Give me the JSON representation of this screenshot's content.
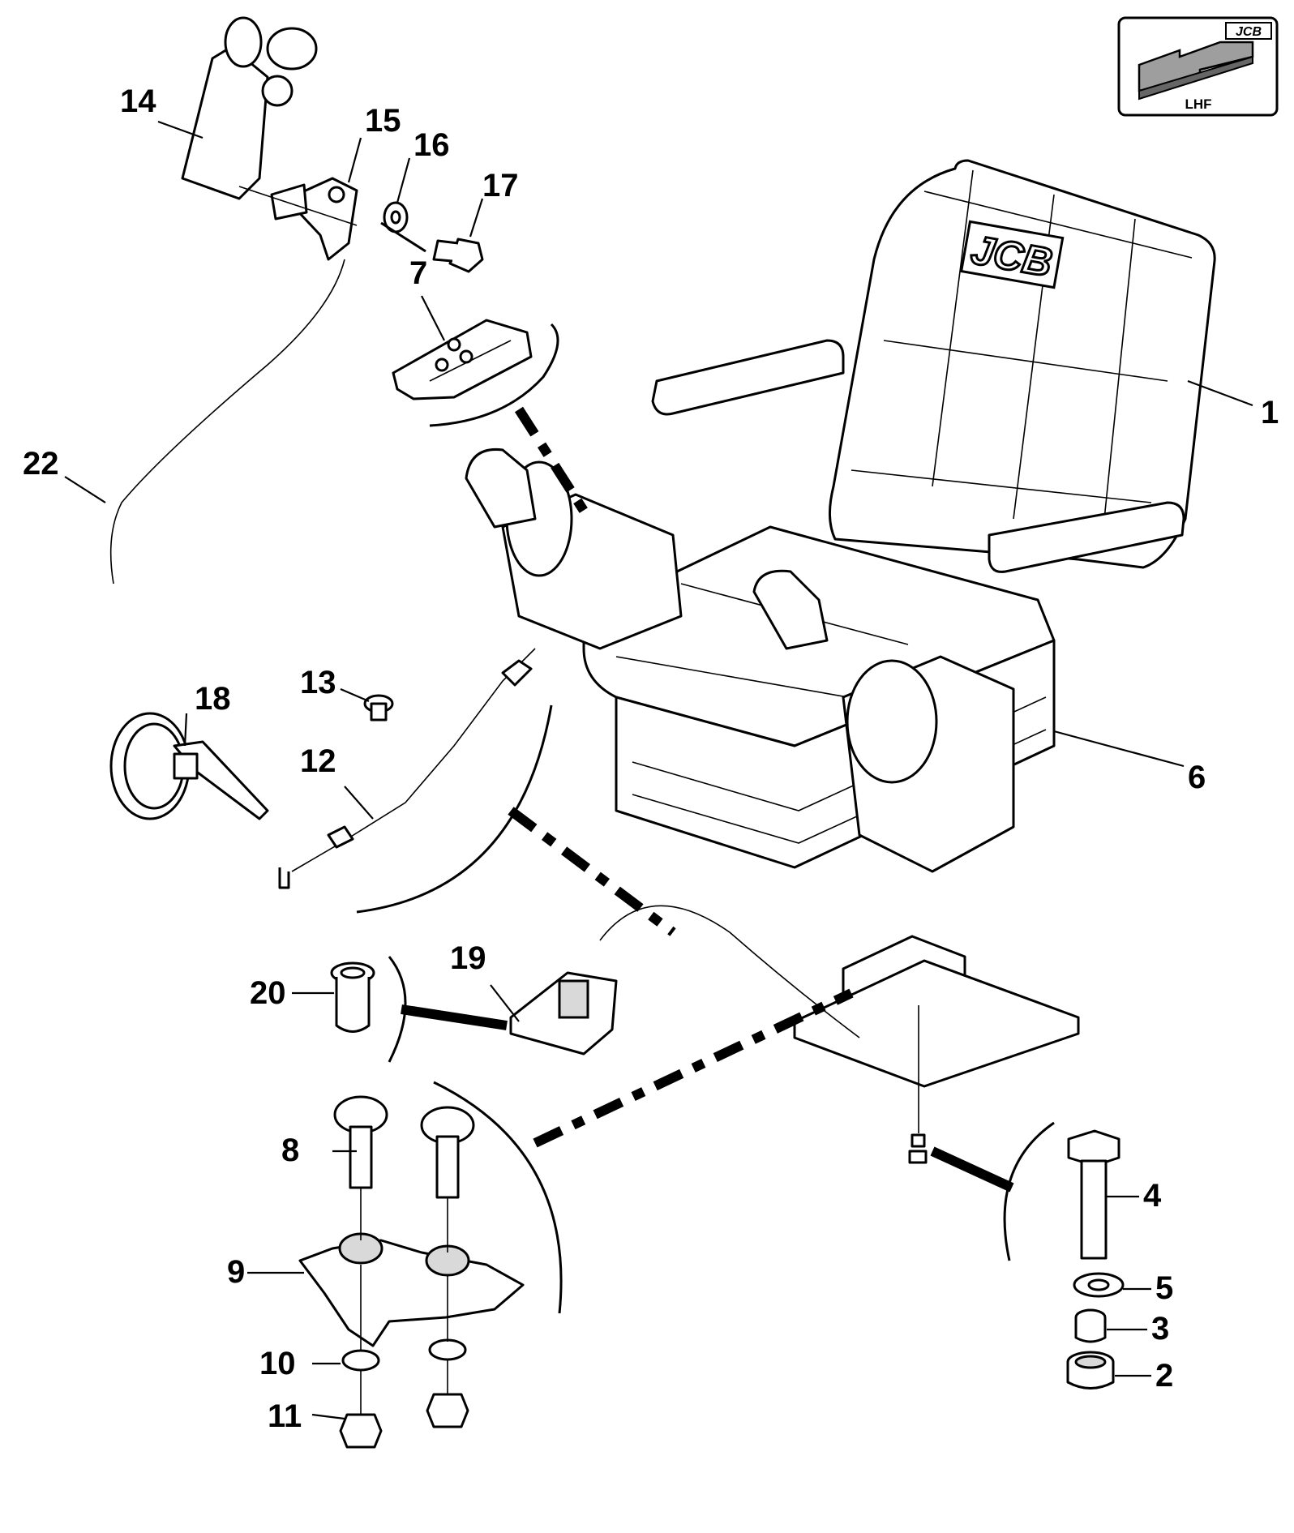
{
  "badge": {
    "logo": "JCB",
    "orientation": "LHF"
  },
  "seat_logo": "JCB",
  "callouts": [
    "1",
    "2",
    "3",
    "4",
    "5",
    "6",
    "7",
    "8",
    "9",
    "10",
    "11",
    "12",
    "13",
    "14",
    "15",
    "16",
    "17",
    "18",
    "19",
    "20",
    "22"
  ]
}
